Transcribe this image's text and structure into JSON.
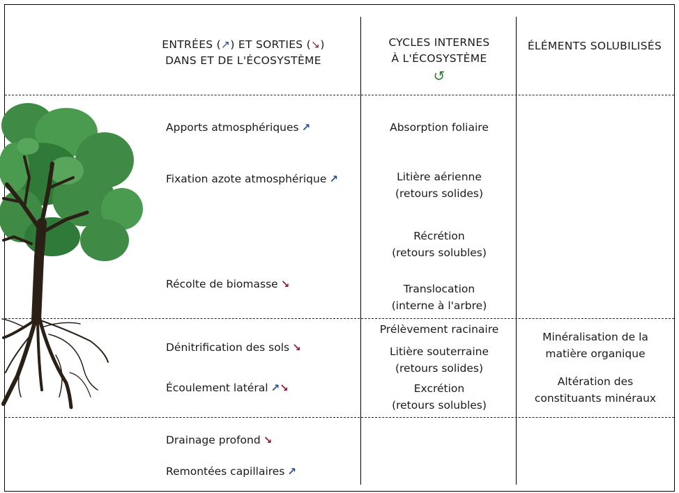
{
  "colors": {
    "input_arrow": "#2c4f86",
    "output_arrow": "#8c1f3c",
    "cycle_icon": "#2f7d32",
    "foliage": "#3f8a45",
    "trunk": "#2b2016"
  },
  "headers": {
    "col1_line1_a": "ENTRÉES (",
    "col1_line1_b": ") ET SORTIES (",
    "col1_line1_c": ")",
    "col1_line2": "DANS ET DE L'ÉCOSYSTÈME",
    "col2_line1": "CYCLES INTERNES",
    "col2_line2": "À L'ÉCOSYSTÈME",
    "col3": "ÉLÉMENTS SOLUBILISÉS",
    "cycle_icon": "↺"
  },
  "arrows": {
    "in": "↗",
    "out": "↘"
  },
  "col1": {
    "apports": "Apports atmosphériques",
    "fixation": "Fixation azote atmosphérique",
    "recolte": "Récolte de biomasse",
    "denitrification": "Dénitrification des sols",
    "ecoulement": "Écoulement latéral",
    "drainage": "Drainage profond",
    "remontees": "Remontées capillaires"
  },
  "col2": {
    "absorption": "Absorption foliaire",
    "litiere_aer_1": "Litière aérienne",
    "litiere_aer_2": "(retours solides)",
    "recretion_1": "Récrétion",
    "recretion_2": "(retours solubles)",
    "translocation_1": "Translocation",
    "translocation_2": "(interne à l'arbre)",
    "prelevement": "Prélèvement racinaire",
    "litiere_sout_1": "Litière souterraine",
    "litiere_sout_2": "(retours solides)",
    "excretion_1": "Excrétion",
    "excretion_2": "(retours solubles)"
  },
  "col3": {
    "mineral_1": "Minéralisation de la",
    "mineral_2": "matière organique",
    "alteration_1": "Altération des",
    "alteration_2": "constituants minéraux"
  }
}
